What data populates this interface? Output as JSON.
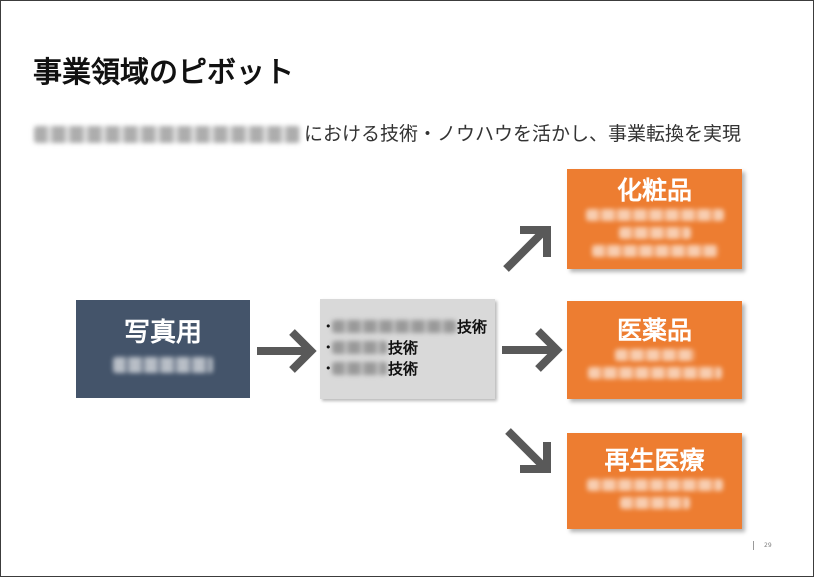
{
  "slide": {
    "title": "事業領域のピボット",
    "subtitle": "における技術・ノウハウを活かし、事業転換を実現",
    "page_number": "29"
  },
  "source_box": {
    "label": "写真用"
  },
  "technology_box": {
    "bullet": "•",
    "items": [
      {
        "suffix": "技術"
      },
      {
        "suffix": "技術"
      },
      {
        "suffix": "技術"
      }
    ]
  },
  "target_boxes": [
    {
      "label": "化粧品"
    },
    {
      "label": "医薬品"
    },
    {
      "label": "再生医療"
    }
  ],
  "icons": {
    "arrows": [
      "arrow-right-icon",
      "arrow-up-right-icon",
      "arrow-right-icon",
      "arrow-down-right-icon"
    ]
  },
  "colors": {
    "navy": "#44546a",
    "gray": "#d9d9d9",
    "orange": "#ed7d31",
    "arrow": "#595959"
  }
}
